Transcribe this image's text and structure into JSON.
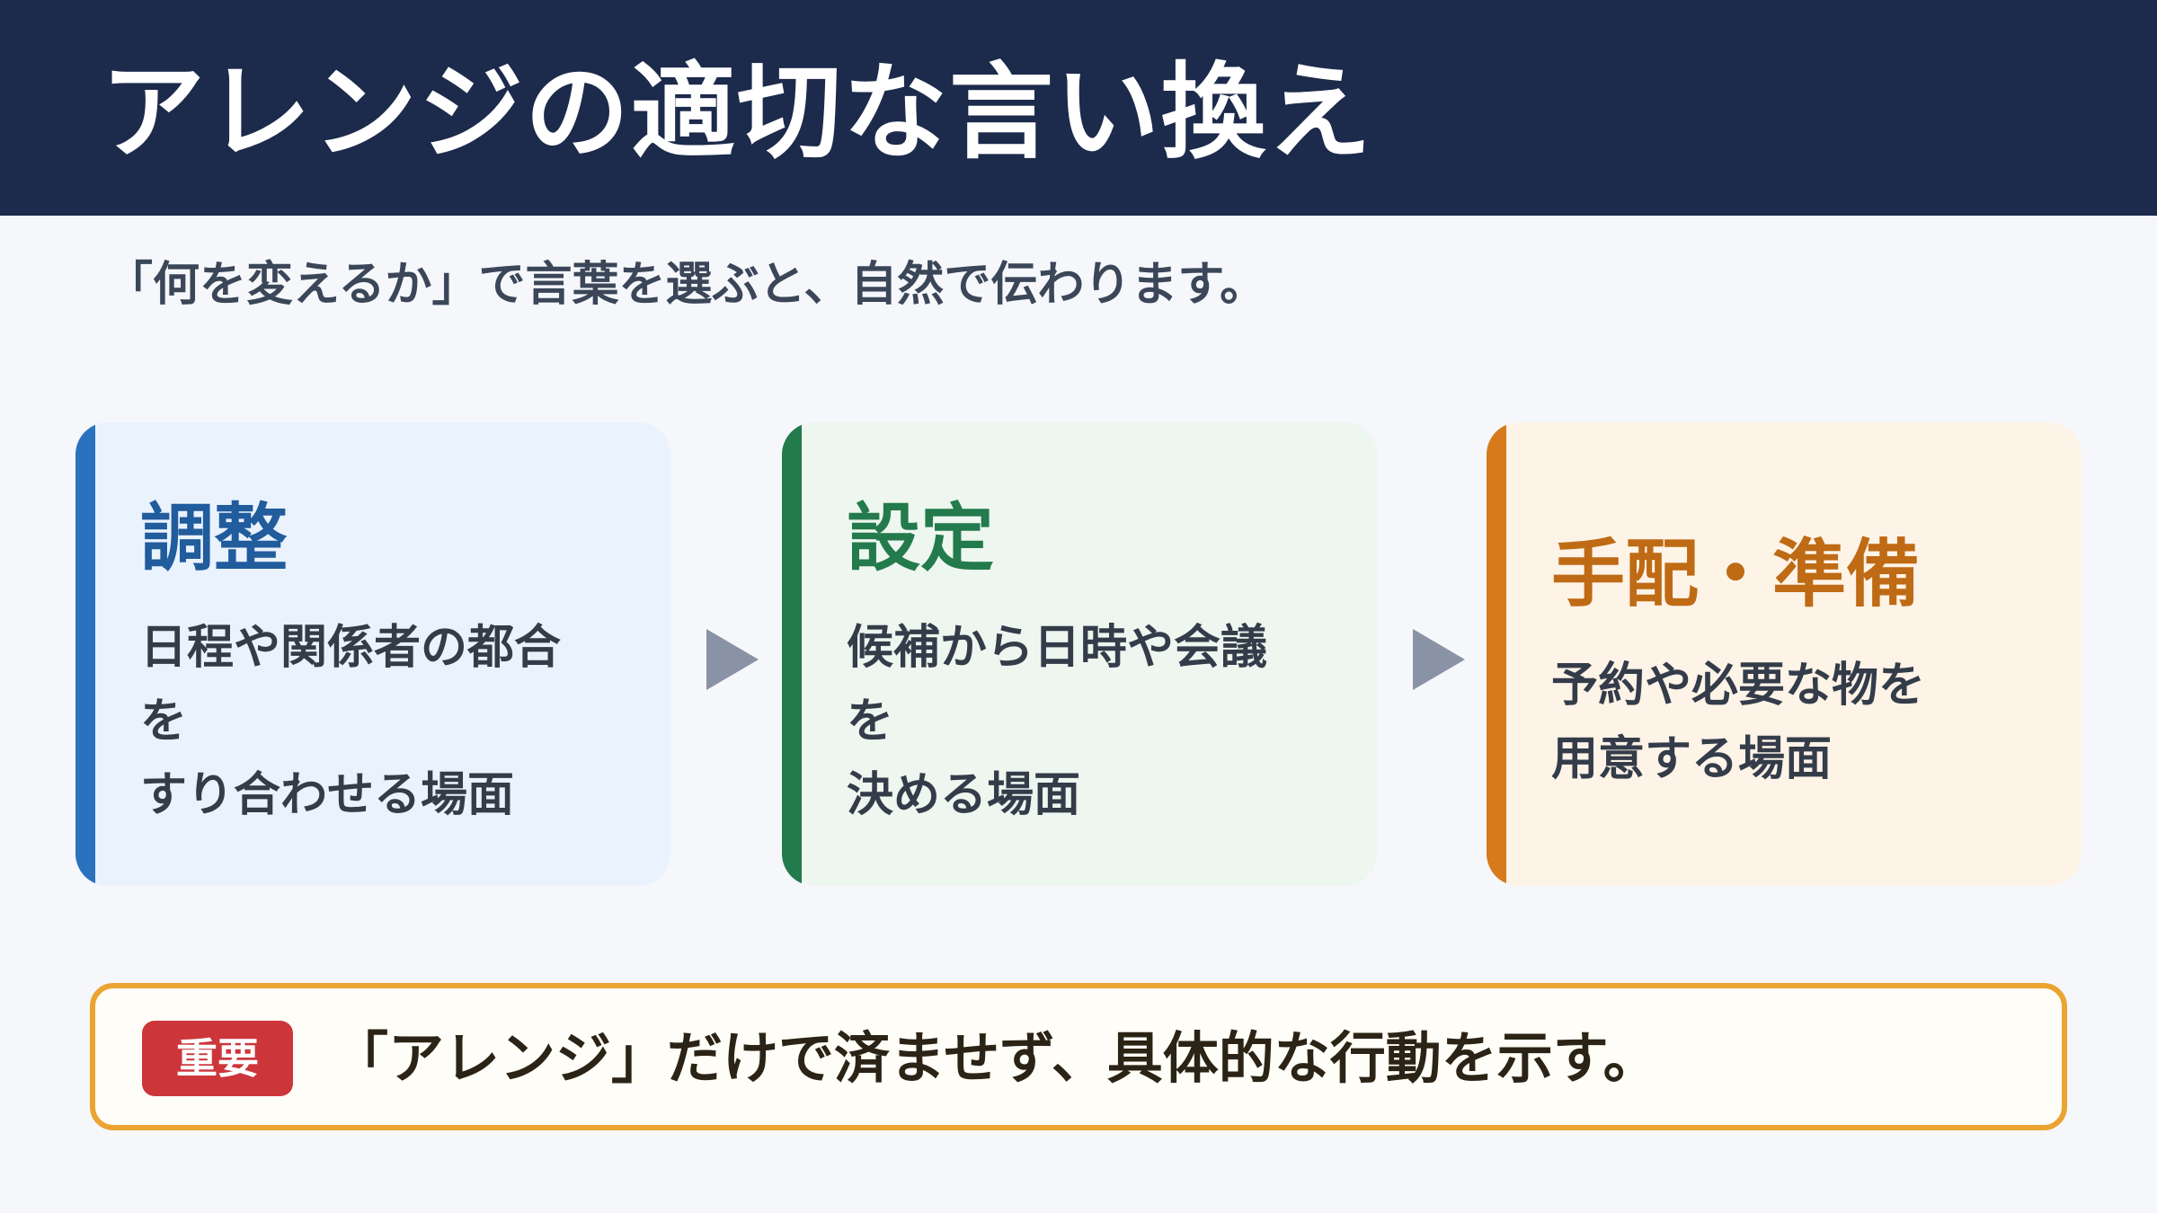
{
  "header": {
    "title": "アレンジの適切な言い換え"
  },
  "subtitle": "「何を変えるか」で言葉を選ぶと、自然で伝わります。",
  "cards": [
    {
      "title": "調整",
      "description": "日程や関係者の都合\nを\nすり合わせる場面"
    },
    {
      "title": "設定",
      "description": "候補から日時や会議\nを\n決める場面"
    },
    {
      "title": "手配・準備",
      "description": "予約や必要な物を\n用意する場面"
    }
  ],
  "note": {
    "badge": "重要",
    "text": "「アレンジ」だけで済ませず、具体的な行動を示す。"
  },
  "colors": {
    "header_bg": "#1c2a4b",
    "card_1_accent": "#2a72bd",
    "card_2_accent": "#237a4c",
    "card_3_accent": "#d67a1c",
    "note_border": "#eba431",
    "badge_bg": "#cc363b"
  },
  "icons": {
    "step_arrow": "play-triangle-right"
  }
}
